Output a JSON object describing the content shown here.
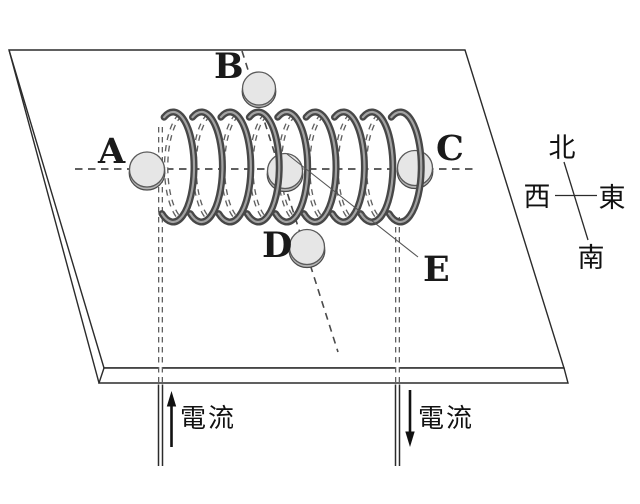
{
  "diagram": {
    "description": "Coil on a board with compasses and current arrows",
    "compasses": {
      "a": "A",
      "b": "B",
      "c": "C",
      "d": "D",
      "e": "E"
    },
    "current_left": "電流",
    "current_right": "電流",
    "rose": {
      "north": "北",
      "west": "西",
      "east": "東",
      "south": "南"
    }
  },
  "colors": {
    "line": "#2b2b2b",
    "dash": "#4a4a4a",
    "coil_dark": "#474747",
    "coil_light": "#a3a3a3",
    "disc_fill": "#e6e6e6",
    "disc_rim": "#b5b5b5",
    "background": "#ffffff"
  }
}
